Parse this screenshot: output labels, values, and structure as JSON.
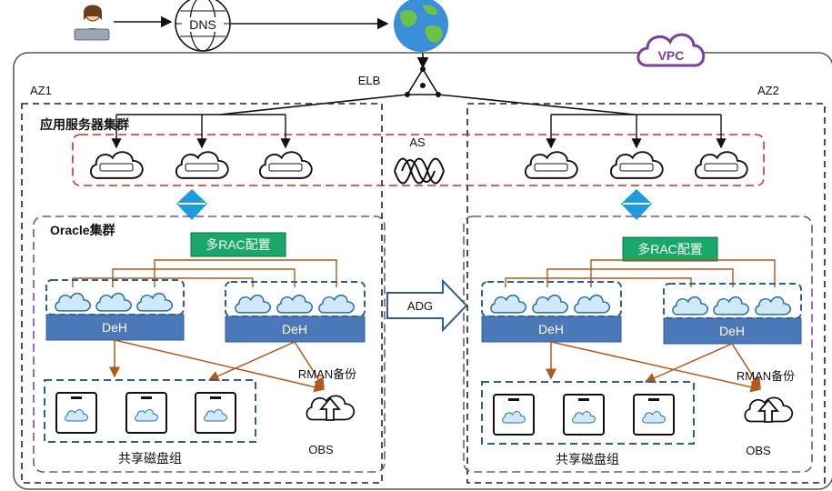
{
  "top": {
    "dns": "DNS",
    "elb": "ELB",
    "vpc": "VPC"
  },
  "zones": {
    "az1": "AZ1",
    "az2": "AZ2"
  },
  "app_cluster": "应用服务器集群",
  "as_label": "AS",
  "oracle_cluster": "Oracle集群",
  "rac_config": "多RAC配置",
  "deh": "DeH",
  "adg": "ADG",
  "rman": "RMAN备份",
  "obs": "OBS",
  "shared_disk": "共享磁盘组",
  "colors": {
    "frame": "#555555",
    "dash": "#222222",
    "app_dash": "#c0392b",
    "oracle_dash": "#7b4ea3",
    "deh_fill": "#4a78b8",
    "deh_group_dash": "#2f5f8f",
    "rac_fill": "#19a86a",
    "brown": "#b15a1c",
    "vpc": "#7b3fa0",
    "sync_arrow": "#1c9be0"
  }
}
